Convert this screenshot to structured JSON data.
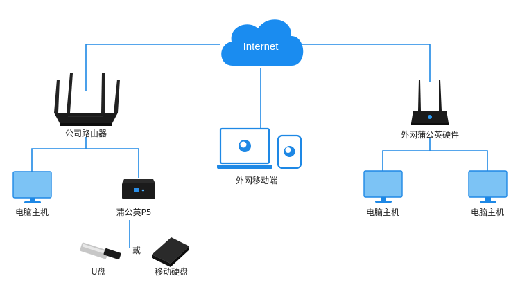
{
  "cloud": {
    "label": "Internet"
  },
  "nodes": {
    "company_router": "公司路由器",
    "external_router": "外网蒲公英硬件",
    "mobile": "外网移动端",
    "pc_left": "电脑主机",
    "ps": "蒲公英P5",
    "pc_right_1": "电脑主机",
    "pc_right_2": "电脑主机",
    "or_text": "或",
    "usb": "U盘",
    "hdd": "移动硬盘"
  },
  "colors": {
    "line": "#1e88e5",
    "cloud": "#1a8cf0",
    "monitor_fill": "#7cc3f5",
    "monitor_frame": "#1e88e5",
    "device_dark": "#1b1b1b"
  }
}
